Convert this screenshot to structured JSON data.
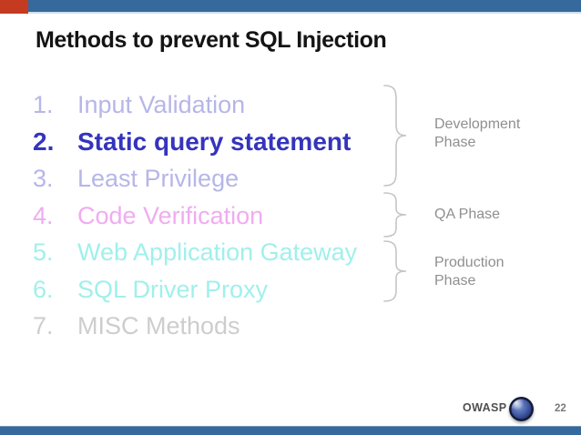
{
  "slide": {
    "title": "Methods to prevent SQL Injection",
    "footer": {
      "brand": "OWASP",
      "page_number": "22"
    }
  },
  "list": {
    "items": [
      {
        "number": "1.",
        "label": "Input Validation",
        "color": "#b6b6e8"
      },
      {
        "number": "2.",
        "label": "Static query statement",
        "color": "#3434bc"
      },
      {
        "number": "3.",
        "label": "Least Privilege",
        "color": "#b6b6e8"
      },
      {
        "number": "4.",
        "label": "Code Verification",
        "color": "#f0acf0"
      },
      {
        "number": "5.",
        "label": "Web Application Gateway",
        "color": "#a0f0ec"
      },
      {
        "number": "6.",
        "label": "SQL Driver Proxy",
        "color": "#a0f0ec"
      },
      {
        "number": "7.",
        "label": "MISC Methods",
        "color": "#cdcdcd"
      }
    ]
  },
  "phases": {
    "groups": [
      {
        "label_line1": "Development",
        "label_line2": "Phase"
      },
      {
        "label_line1": "QA Phase",
        "label_line2": ""
      },
      {
        "label_line1": "Production",
        "label_line2": "Phase"
      }
    ]
  },
  "colors": {
    "bar_blue": "#36699c",
    "bar_underline": "#cfdfee",
    "corner_accent_red": "#c43b22",
    "highlight_blue": "#3434bc",
    "phase_text": "#8f8f8f",
    "brace": "#c5c5c5"
  }
}
